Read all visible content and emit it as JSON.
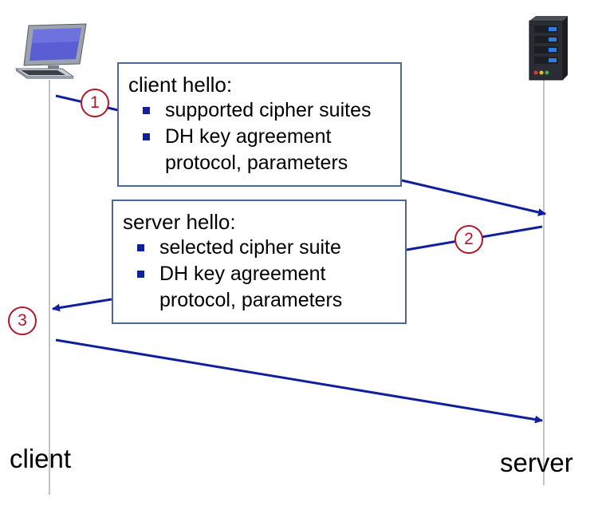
{
  "colors": {
    "arrow": "#10209a",
    "badge": "#b0182a",
    "box_border": "#4a6a94",
    "timeline": "#999999"
  },
  "client_hello": {
    "title": "client hello:",
    "items": [
      "supported cipher suites",
      "DH key agreement",
      "protocol, parameters"
    ]
  },
  "server_hello": {
    "title": "server hello:",
    "items": [
      "selected cipher suite",
      "DH key agreement",
      "protocol, parameters"
    ]
  },
  "steps": [
    "1",
    "2",
    "3"
  ],
  "hosts": {
    "client": {
      "label": "client",
      "icon": "desktop-computer-icon"
    },
    "server": {
      "label": "server",
      "icon": "server-rack-icon"
    }
  }
}
